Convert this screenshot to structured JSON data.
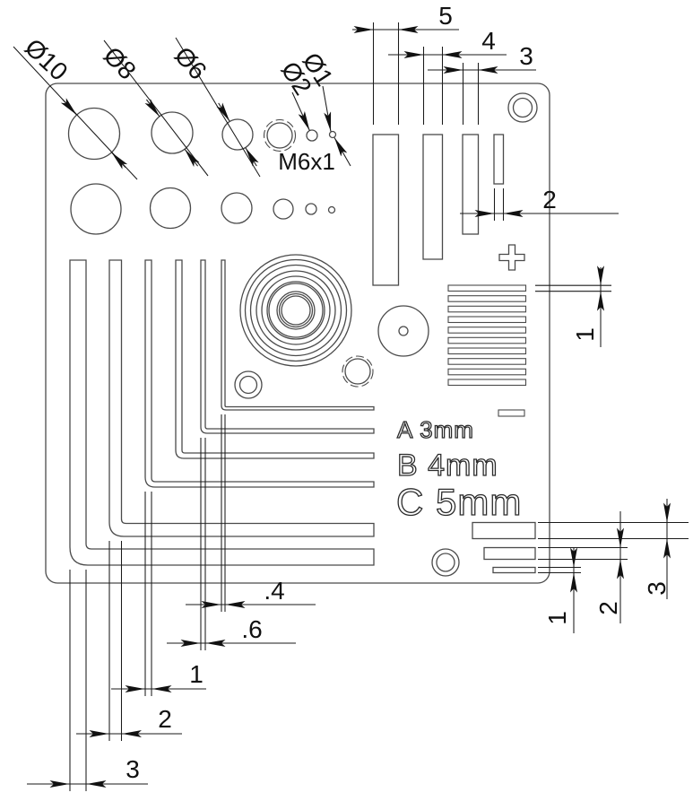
{
  "drawing": {
    "callouts": {
      "d10": "Ø10",
      "d8": "Ø8",
      "d6": "Ø6",
      "d2": "Ø2",
      "d1": "Ø1",
      "thread": "M6x1"
    },
    "engraved": {
      "a": "A 3mm",
      "b": "B 4mm",
      "c": "C 5mm"
    },
    "dims": {
      "slot5": "5",
      "slot4": "4",
      "slot3": "3",
      "slot2": "2",
      "fin": "1",
      "bar1": "1",
      "bar2": "2",
      "bar3": "3",
      "gap04": ".4",
      "gap06": ".6",
      "gap1": "1",
      "gap2": "2",
      "gap3": "3"
    },
    "colors": {
      "geometry": "#4a4a4a",
      "dimension": "#1a1a1a",
      "background": "#ffffff"
    }
  }
}
